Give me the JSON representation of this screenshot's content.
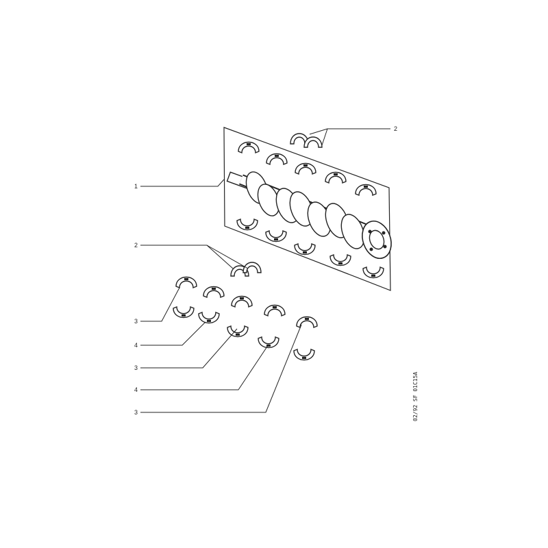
{
  "callouts": {
    "crankshaft": "1",
    "thrust_washers_top": "2",
    "thrust_washers_bottom": "2",
    "bearing_a": "3",
    "bearing_b": "4",
    "bearing_c": "3",
    "bearing_d": "4",
    "bearing_e": "3"
  },
  "reference_code": "02/92  SF 01C15A",
  "icons": [
    "crankshaft-icon",
    "bearing-shell-icon",
    "thrust-washer-icon"
  ]
}
